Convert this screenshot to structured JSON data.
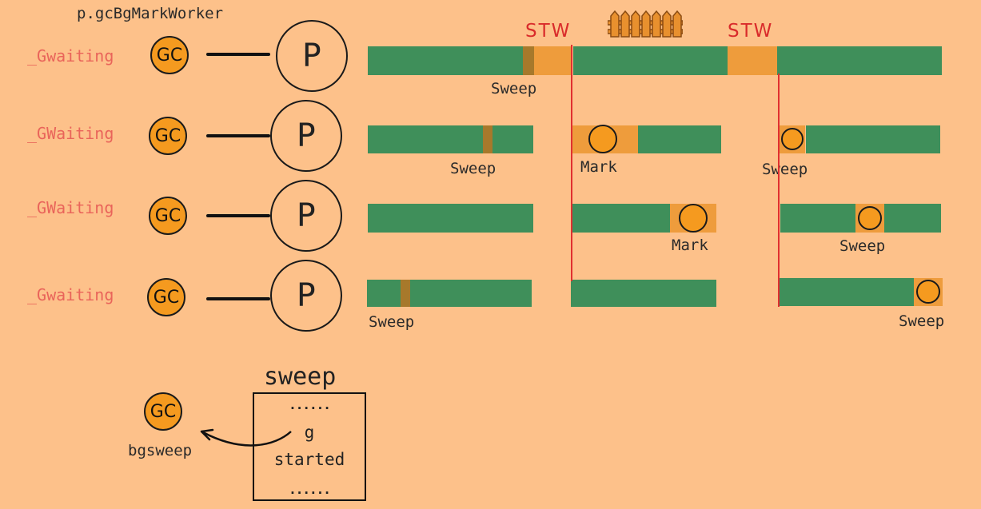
{
  "header": {
    "worker_label": "p.gcBgMarkWorker"
  },
  "rows": [
    {
      "state": "_Gwaiting",
      "gc": "GC",
      "p": "P"
    },
    {
      "state": "_GWaiting",
      "gc": "GC",
      "p": "P"
    },
    {
      "state": "_GWaiting",
      "gc": "GC",
      "p": "P"
    },
    {
      "state": "_Gwaiting",
      "gc": "GC",
      "p": "P"
    }
  ],
  "timeline": {
    "stw_labels": [
      "STW",
      "STW"
    ],
    "labels": {
      "row1_sweep": "Sweep",
      "row2_sweep_a": "Sweep",
      "row2_mark": "Mark",
      "row2_sweep_b": "Sweep",
      "row3_mark": "Mark",
      "row3_sweep": "Sweep",
      "row4_sweep_a": "Sweep",
      "row4_sweep_b": "Sweep"
    }
  },
  "sweep_panel": {
    "title": "sweep",
    "gc": "GC",
    "bg_label": "bgsweep",
    "lines": [
      "......",
      "g",
      "started",
      "......"
    ]
  },
  "colors": {
    "background": "#fdc18a",
    "bar_green": "#3f8f5a",
    "segment_orange": "#ee9c3c",
    "gc_orange": "#f59a1f",
    "stw_red": "#d92b2b",
    "state_text": "#e9645a"
  }
}
